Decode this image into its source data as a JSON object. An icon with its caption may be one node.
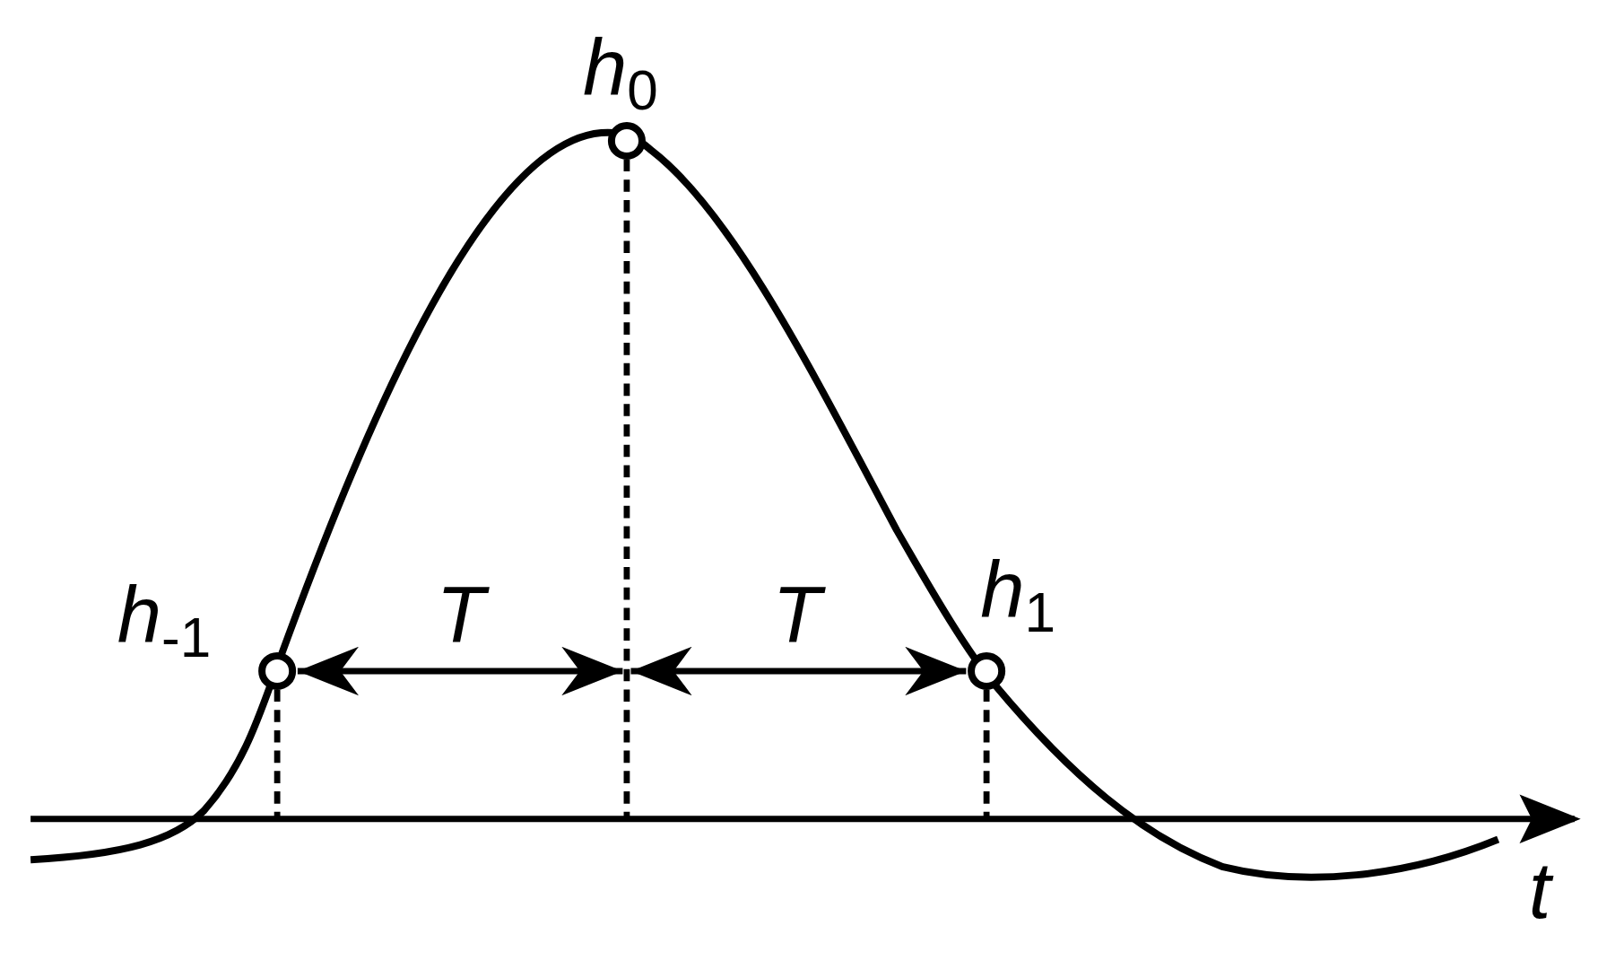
{
  "diagram": {
    "labels": [
      "h$_{0}$",
      "h$_{-1}$",
      "T",
      "T",
      "h$_{1}$",
      "t"
    ]
  }
}
